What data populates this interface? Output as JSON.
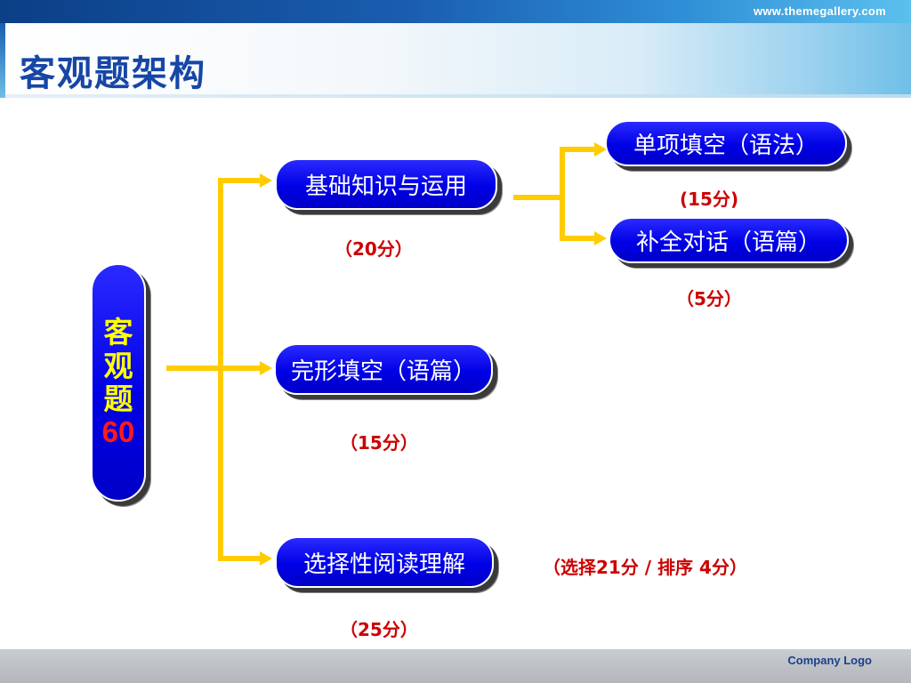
{
  "header": {
    "site_url": "www.themegallery.com",
    "title": "客观题架构"
  },
  "footer": {
    "company_logo": "Company Logo"
  },
  "diagram": {
    "root": {
      "chars": [
        "客",
        "观",
        "题"
      ],
      "value": "60"
    },
    "branches": [
      {
        "label": "基础知识与运用",
        "score": "（20分）"
      },
      {
        "label": "完形填空（语篇）",
        "score": "（15分）"
      },
      {
        "label": "选择性阅读理解",
        "score": "（25分）",
        "note": "（选择21分  /  排序 4分）"
      }
    ],
    "sub_branches": [
      {
        "label": "单项填空（语法）",
        "score": "(15分)"
      },
      {
        "label": "补全对话（语篇）",
        "score": "（5分）"
      }
    ]
  },
  "colors": {
    "box_fill": "#0000e6",
    "connector": "#ffcc00",
    "score_text": "#cc0000",
    "root_text": "#ffff00",
    "root_number": "#ff1a1a",
    "title": "#1646a6"
  }
}
